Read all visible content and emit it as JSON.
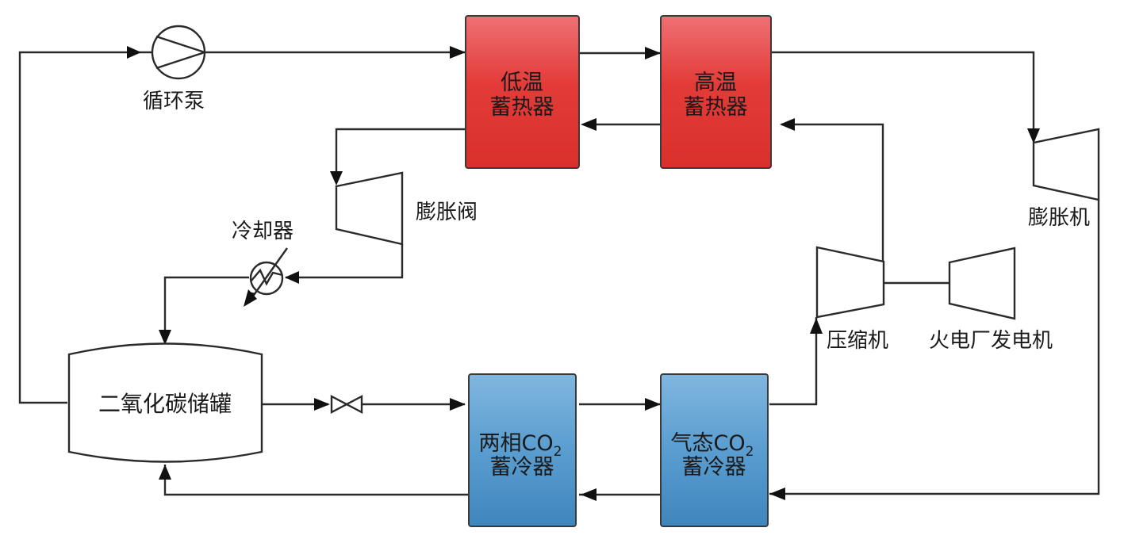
{
  "diagram": {
    "components": {
      "pump": {
        "label": "循环泵"
      },
      "low_temp_heat_store": {
        "line1": "低温",
        "line2": "蓄热器"
      },
      "high_temp_heat_store": {
        "line1": "高温",
        "line2": "蓄热器"
      },
      "expander": {
        "label": "膨胀机"
      },
      "expansion_valve": {
        "label": "膨胀阀"
      },
      "cooler": {
        "label": "冷却器"
      },
      "co2_tank": {
        "label": "二氧化碳储罐"
      },
      "two_phase_cold_store": {
        "line1_prefix": "两相",
        "line1_chem": "CO",
        "line1_sub": "2",
        "line2": "蓄冷器"
      },
      "gas_cold_store": {
        "line1_prefix": "气态",
        "line1_chem": "CO",
        "line1_sub": "2",
        "line2": "蓄冷器"
      },
      "compressor": {
        "label": "压缩机"
      },
      "generator": {
        "label": "火电厂发电机"
      }
    },
    "colors": {
      "heat_store_top": "#ef6f72",
      "heat_store_bottom": "#de3431",
      "cold_store_top": "#7fb5de",
      "cold_store_bottom": "#3f86bd",
      "line": "#2a2a2a"
    }
  }
}
